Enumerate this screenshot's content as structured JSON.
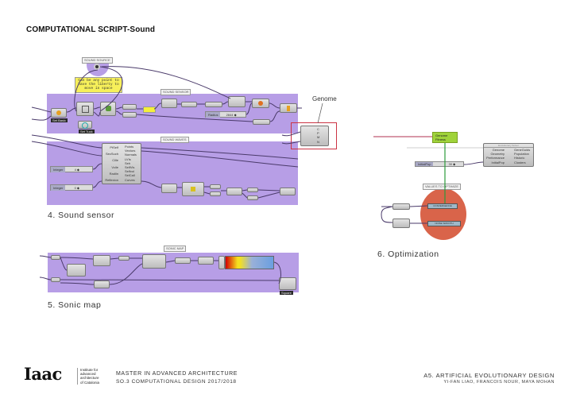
{
  "page": {
    "title": "COMPUTATIONAL SCRIPT-Sound"
  },
  "sections": {
    "sound_sensor": {
      "caption": "4.  Sound  sensor",
      "group_labels": {
        "sound_source": "SOUND SOURCE",
        "sound_sensor": "SOUND SENSOR",
        "sound_waves": "SOUND WAVES"
      },
      "note_text": "Can be any point to have the liberty to move in space",
      "sliders": [
        {
          "label": "Integer",
          "value": "4 ◆"
        },
        {
          "label": "Integer",
          "value": "0 ◆"
        },
        {
          "label": "Radius",
          "value": "2844 ◆"
        }
      ],
      "node_tags": [
        "Set Basic",
        "Set Tuck"
      ],
      "wave_inputs": [
        "PtSelf",
        "SecSuch",
        "Cille",
        "Vcile",
        "Radiin",
        "Reflexion"
      ],
      "wave_outputs": [
        "Points",
        "Vectors",
        "Normals",
        "LVIs",
        "Seh",
        "SelfVis",
        "Selfvol",
        "SelCall",
        "Curves"
      ],
      "genome_label": "Genome",
      "genome_ports": [
        "C",
        "P",
        "M",
        "N"
      ]
    },
    "sonic_map": {
      "caption": "5.  Sonic  map",
      "group_label": "SONIC MAP",
      "node_tag": "Square"
    },
    "optimization": {
      "caption": "6.  Optimization",
      "fitness_node": {
        "line1": "Genome",
        "line2": "Fitness"
      },
      "solver_header": "Evolutionary Solver",
      "solver_inputs": [
        "Genome",
        "Geometry",
        "Performance",
        "InitialPop"
      ],
      "solver_outputs": [
        "GeneGuids",
        "Population",
        "Historic",
        "Clusters"
      ],
      "initialpop_slider": {
        "label": "InitialPop",
        "value": "30 ◆"
      },
      "values_label": "VALUES TO OPTIMIZE",
      "values": [
        "CONVERGENCE",
        "NOISE SMOOTH"
      ]
    }
  },
  "footer": {
    "logo": "Iaac",
    "institute_lines": [
      "Institute for",
      "advanced",
      "architecture",
      "of Catalonia"
    ],
    "program_line1": "MASTER  IN  ADVANCED  ARCHITECTURE",
    "program_line2": "SO.3  COMPUTATIONAL  DESIGN  2017/2018",
    "project_title": "A5.  ARTIFICIAL  EVOLUTIONARY  DESIGN",
    "authors": "YI-FAN  LIAO,  FRANCOIS  NOUR,  MAYA  MOHAN"
  },
  "colors": {
    "group_bg": "#b79ee6",
    "highlight_red": "#cc3344",
    "optimize_circle": "#d9644a",
    "fitness_green": "#9fd33a",
    "wire_green": "#2a9b3a"
  }
}
